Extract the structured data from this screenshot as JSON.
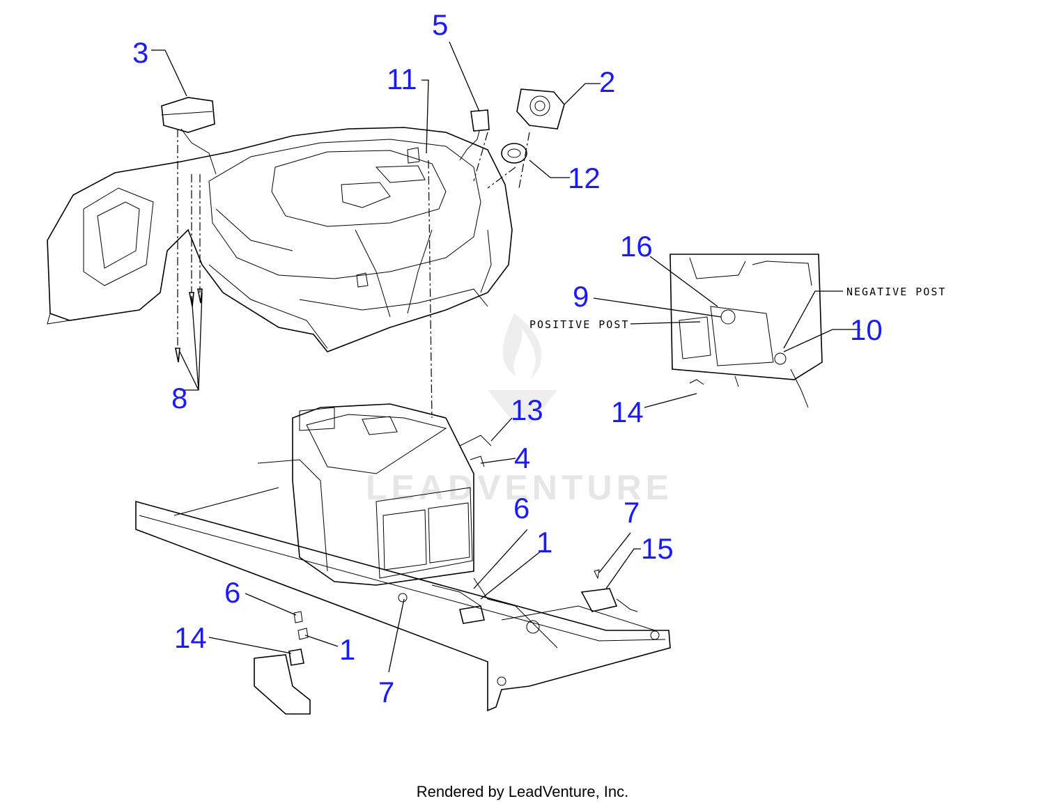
{
  "callouts": {
    "c1a": "1",
    "c1b": "1",
    "c2": "2",
    "c3": "3",
    "c4": "4",
    "c5": "5",
    "c6a": "6",
    "c6b": "6",
    "c7a": "7",
    "c7b": "7",
    "c8": "8",
    "c9": "9",
    "c10": "10",
    "c11": "11",
    "c12": "12",
    "c13": "13",
    "c14a": "14",
    "c14b": "14",
    "c15": "15",
    "c16": "16"
  },
  "notes": {
    "positive_post": "POSITIVE POST",
    "negative_post": "NEGATIVE POST"
  },
  "watermark": "LEADVENTURE",
  "footer": "Rendered by LeadVenture, Inc.",
  "colors": {
    "callout": "#1a1aff",
    "linework": "#000000",
    "watermark": "#e6e6e6"
  }
}
